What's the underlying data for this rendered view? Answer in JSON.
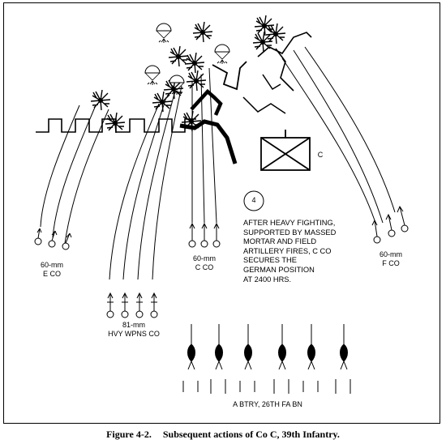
{
  "figure": {
    "number": "Figure 4-2.",
    "title": "Subsequent actions of Co C, 39th Infantry."
  },
  "phase_marker": "4",
  "unit_symbol_label": "C",
  "mortar_units": [
    {
      "caliber": "60-mm",
      "unit": "E CO"
    },
    {
      "caliber": "81-mm",
      "unit": "HVY WPNS CO"
    },
    {
      "caliber": "60-mm",
      "unit": "C CO"
    },
    {
      "caliber": "60-mm",
      "unit": "F CO"
    }
  ],
  "battery_label": "A BTRY, 26TH FA BN",
  "note_lines": [
    "AFTER HEAVY FIGHTING,",
    "SUPPORTED BY MASSED",
    "MORTAR AND FIELD",
    "ARTILLERY FIRES, C CO",
    "SECURES THE",
    "GERMAN POSITION",
    "AT 2400 HRS."
  ],
  "icons": [
    "flare-icon",
    "shell-burst-icon",
    "mortar-icon",
    "howitzer-icon",
    "company-symbol-icon"
  ]
}
